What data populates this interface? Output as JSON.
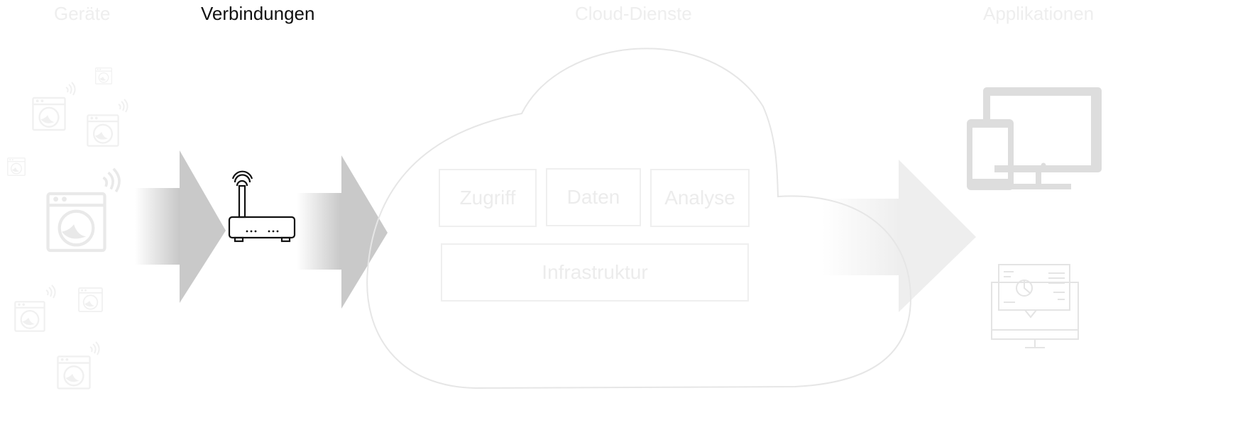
{
  "columns": {
    "devices": "Geräte",
    "connections": "Verbindungen",
    "cloud_services": "Cloud-Dienste",
    "applications": "Applikationen"
  },
  "active_column": "connections",
  "cloud": {
    "services": {
      "access": "Zugriff",
      "data": "Daten",
      "analysis": "Analyse"
    },
    "infrastructure": "Infrastruktur"
  },
  "colors": {
    "active_text": "#111111",
    "inactive": "#eeeeee",
    "arrow": "#cccccc"
  }
}
